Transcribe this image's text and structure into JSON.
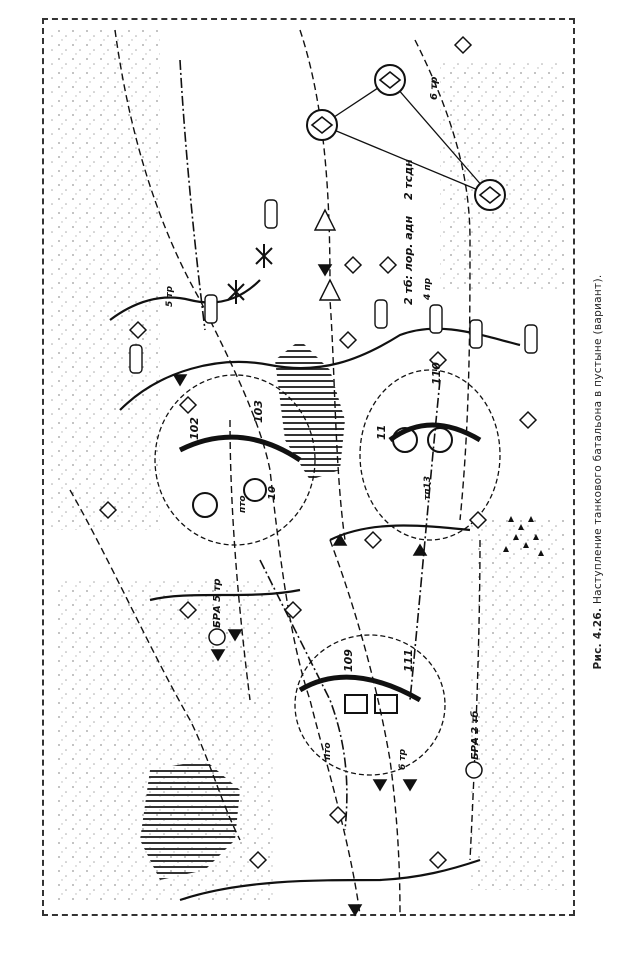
{
  "caption": {
    "figure_number": "Рис. 4.26.",
    "text": "Наступление танкового батальона в пустыне (вариант)."
  },
  "labels": {
    "tr5_top": "5 тр",
    "tr6_top": "6 тр",
    "tsdn2": "2 тсдн",
    "tb2_group": "2 тб: лор. адн",
    "tb2_group_sub": "4 пр",
    "h102": "102",
    "h103": "103",
    "h10": "10",
    "pts_left": "пто",
    "h11": "11",
    "h110": "110",
    "h13": "тп13",
    "bra5": "БРА 5 тр",
    "h109": "109",
    "h111": "111",
    "pts_bottom": "пто",
    "tr6_bottom": "6 тр",
    "bra2": "БРА 2 тб"
  },
  "colors": {
    "ink": "#111111",
    "hatch": "#333333",
    "stipple": "#777777"
  }
}
